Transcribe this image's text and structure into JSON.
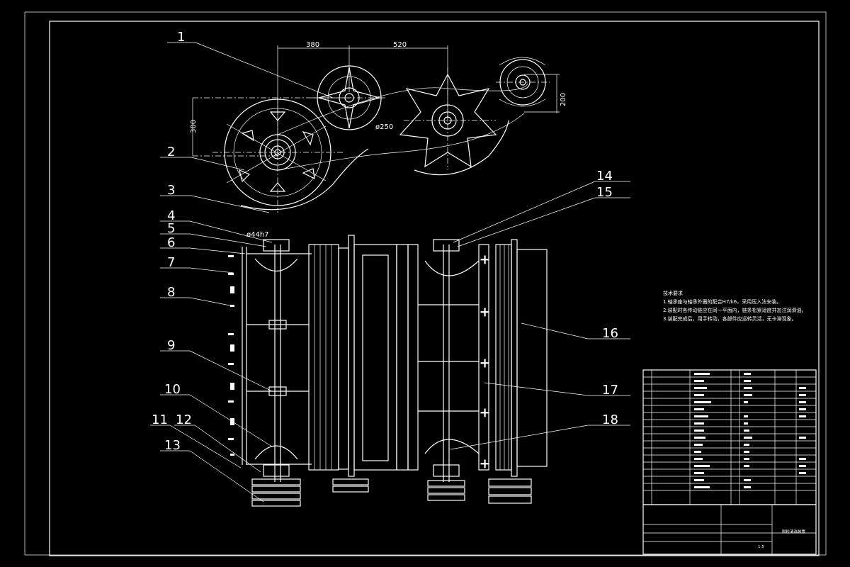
{
  "part_labels": [
    "1",
    "2",
    "3",
    "4",
    "5",
    "6",
    "7",
    "8",
    "9",
    "10",
    "11",
    "12",
    "13",
    "14",
    "15",
    "16",
    "17",
    "18"
  ],
  "dimensions": {
    "d380": "380",
    "d520": "520",
    "d300": "300",
    "d200": "200",
    "dia250": "ø250",
    "dia44": "ø44h7"
  },
  "tech_notes": {
    "title": "技术要求",
    "lines": [
      "1.轴承座与轴承外圈的配合H7/k6，采用压入法安装。",
      "2.装配时各传动链应在同一平面内，链条松紧适度并加注润滑油。",
      "3.装配完成后，用手转动，各部件应运转灵活，无卡滞现象。"
    ]
  },
  "title_block": {
    "drawing_title": "脱粒清选装置",
    "scale": "1:5"
  },
  "colors": {
    "background": "#000000",
    "lines": "#ffffff"
  }
}
